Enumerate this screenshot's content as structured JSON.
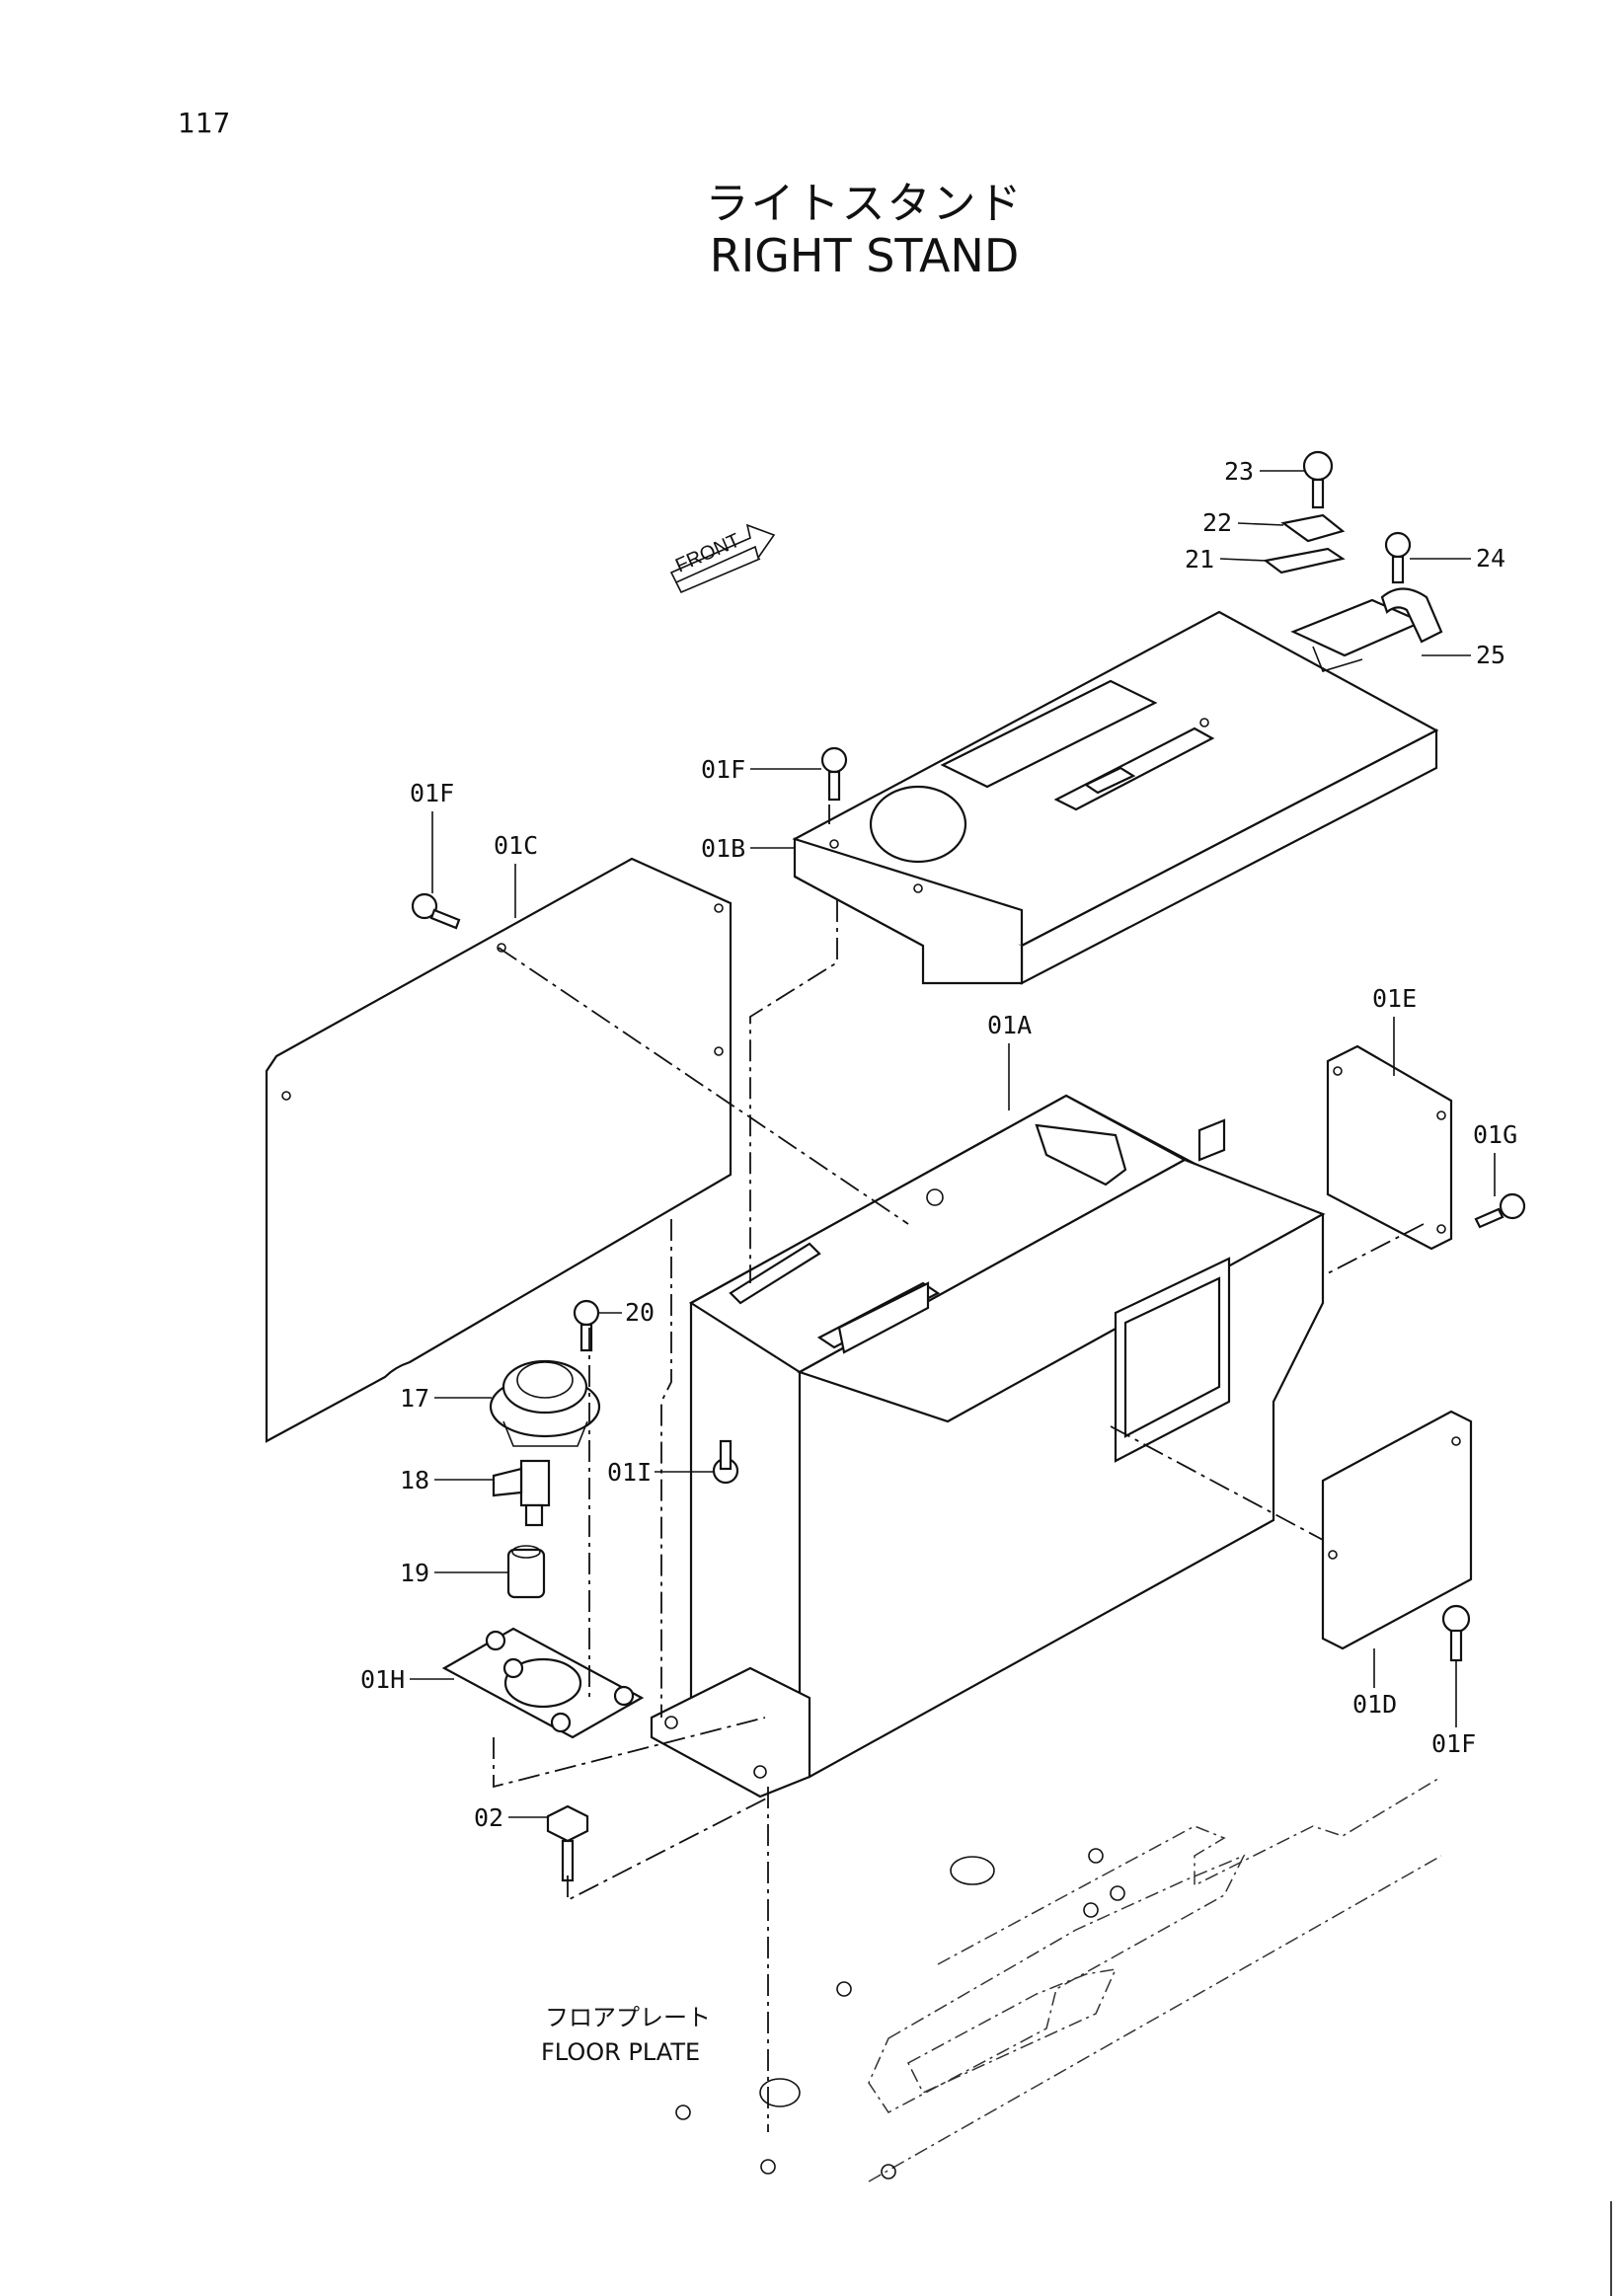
{
  "page_number": "117",
  "title_jp": "ライトスタンド",
  "title_en": "RIGHT STAND",
  "front_marker": "FRONT",
  "floor_label_jp": "フロアプレート",
  "floor_label_en": "FLOOR PLATE",
  "callouts": {
    "c23": "23",
    "c22": "22",
    "c21": "21",
    "c24": "24",
    "c25": "25",
    "c01F_top": "01F",
    "c01B": "01B",
    "c01F_left": "01F",
    "c01C": "01C",
    "c01A": "01A",
    "c01E": "01E",
    "c01G": "01G",
    "c20": "20",
    "c17": "17",
    "c01I": "01I",
    "c18": "18",
    "c19": "19",
    "c01H": "01H",
    "c02": "02",
    "c01D": "01D",
    "c01F_right": "01F"
  }
}
